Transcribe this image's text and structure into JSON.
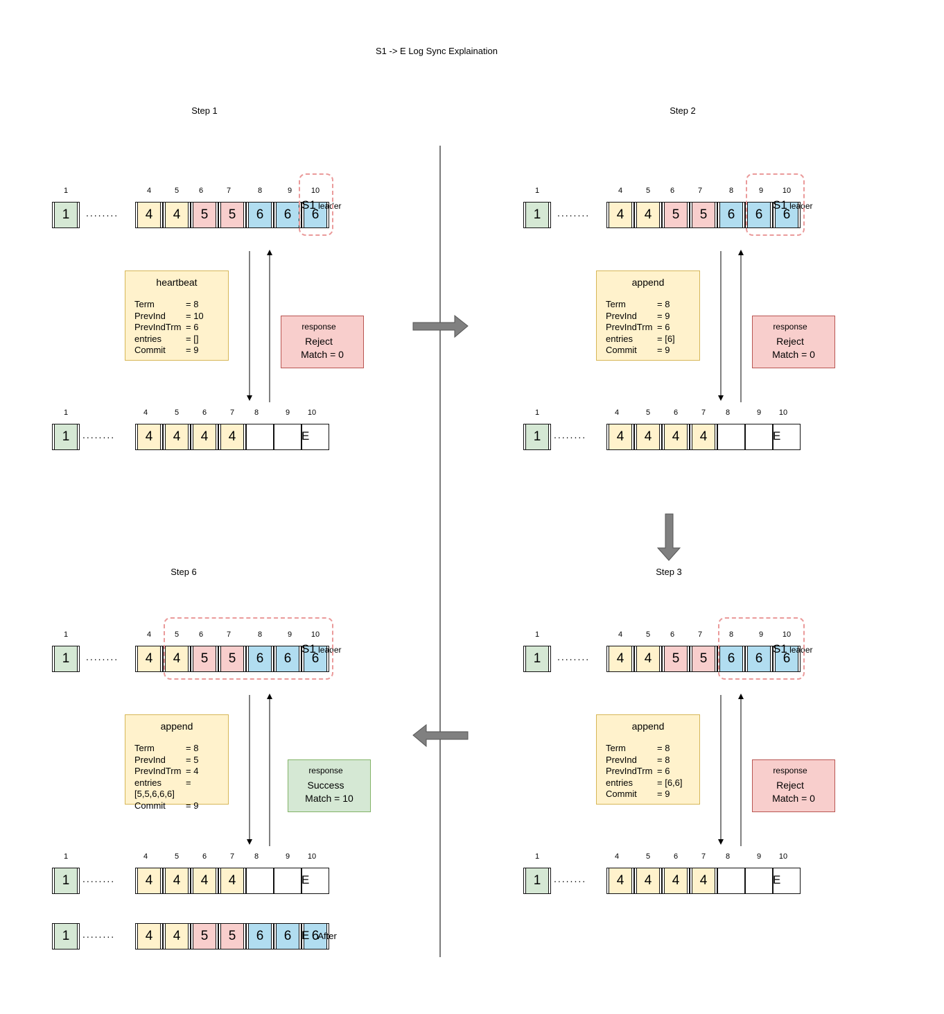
{
  "title": "S1 -> E Log Sync Explaination",
  "colors": {
    "term1": "#d5e8d4",
    "term4": "#fff2cc",
    "term5": "#f8cecc",
    "term6": "#b1ddf0",
    "reject": "#f8cecc",
    "success": "#d5e8d4",
    "message": "#fff2cc",
    "highlight": "#ea9a9a",
    "flow_arrow": "#808080"
  },
  "leader_log": {
    "indices": [
      "1",
      "4",
      "5",
      "6",
      "7",
      "8",
      "9",
      "10"
    ],
    "terms": [
      "1",
      "4",
      "4",
      "5",
      "5",
      "6",
      "6",
      "6"
    ]
  },
  "follower_log": {
    "indices": [
      "1",
      "4",
      "5",
      "6",
      "7",
      "8",
      "9",
      "10"
    ],
    "terms": [
      "1",
      "4",
      "4",
      "4",
      "4",
      "",
      "",
      ""
    ]
  },
  "after_log": {
    "terms": [
      "1",
      "4",
      "4",
      "5",
      "5",
      "6",
      "6",
      "6"
    ],
    "label": "E",
    "sublabel": "After"
  },
  "dots": "........",
  "leader_label": {
    "name": "S1",
    "role": "leader"
  },
  "follower_label": "E",
  "steps": {
    "step1": {
      "title": "Step 1",
      "message": {
        "type": "heartbeat",
        "fields": [
          [
            "Term",
            "= 8"
          ],
          [
            "PrevInd",
            "= 10"
          ],
          [
            "PrevIndTrm",
            "= 6"
          ],
          [
            "entries",
            "= []"
          ],
          [
            "Commit",
            "= 9"
          ]
        ]
      },
      "response": {
        "header": "response",
        "status": "Reject",
        "match": "Match = 0"
      }
    },
    "step2": {
      "title": "Step 2",
      "message": {
        "type": "append",
        "fields": [
          [
            "Term",
            "= 8"
          ],
          [
            "PrevInd",
            "= 9"
          ],
          [
            "PrevIndTrm",
            "= 6"
          ],
          [
            "entries",
            "= [6]"
          ],
          [
            "Commit",
            "= 9"
          ]
        ]
      },
      "response": {
        "header": "response",
        "status": "Reject",
        "match": "Match = 0"
      }
    },
    "step3": {
      "title": "Step 3",
      "message": {
        "type": "append",
        "fields": [
          [
            "Term",
            "= 8"
          ],
          [
            "PrevInd",
            "= 8"
          ],
          [
            "PrevIndTrm",
            "= 6"
          ],
          [
            "entries",
            "= [6,6]"
          ],
          [
            "Commit",
            "= 9"
          ]
        ]
      },
      "response": {
        "header": "response",
        "status": "Reject",
        "match": "Match = 0"
      }
    },
    "step6": {
      "title": "Step 6",
      "message": {
        "type": "append",
        "fields": [
          [
            "Term",
            "= 8"
          ],
          [
            "PrevInd",
            "= 5"
          ],
          [
            "PrevIndTrm",
            "= 4"
          ],
          [
            "entries",
            "="
          ],
          [
            "[5,5,6,6,6]",
            ""
          ],
          [
            "Commit",
            "= 9"
          ]
        ]
      },
      "response": {
        "header": "response",
        "status": "Success",
        "match": "Match = 10"
      }
    }
  }
}
